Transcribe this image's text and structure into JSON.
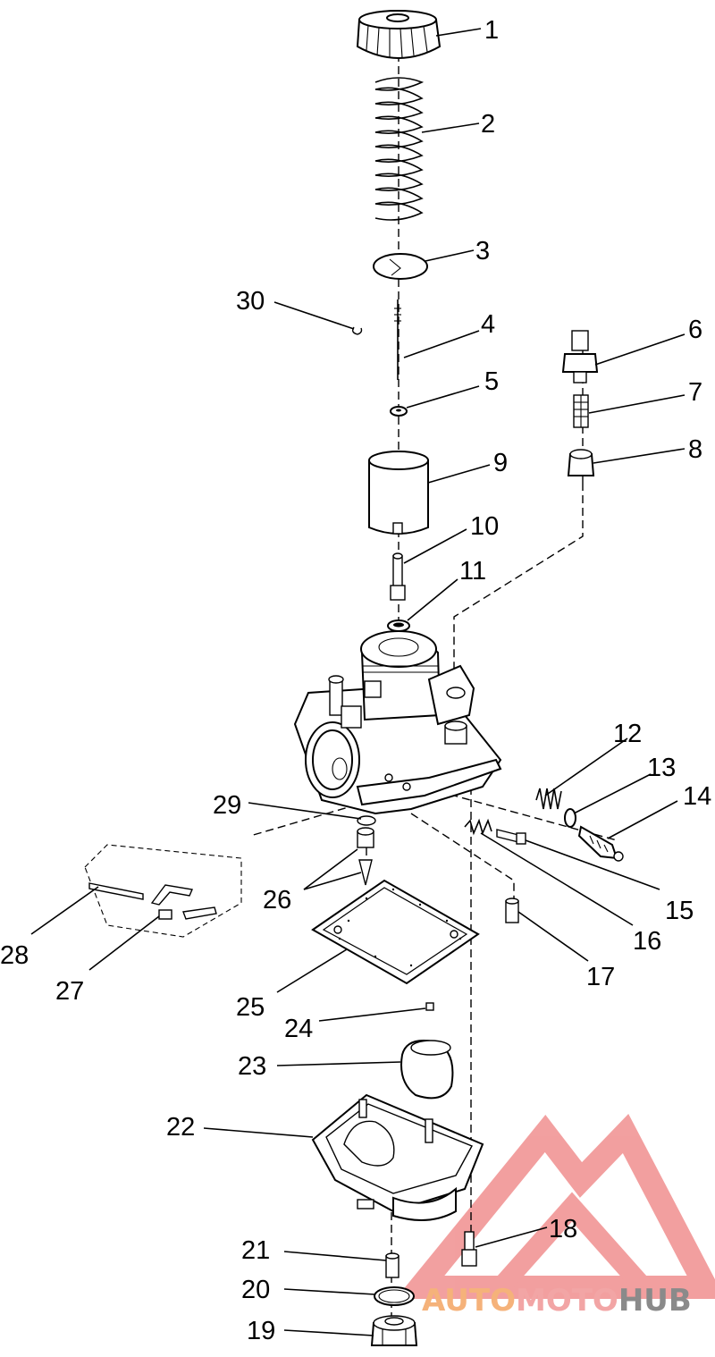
{
  "diagram": {
    "callouts": [
      "1",
      "2",
      "3",
      "4",
      "5",
      "6",
      "7",
      "8",
      "9",
      "10",
      "11",
      "12",
      "13",
      "14",
      "15",
      "16",
      "17",
      "18",
      "19",
      "20",
      "21",
      "22",
      "23",
      "24",
      "25",
      "26",
      "27",
      "28",
      "29",
      "30"
    ]
  },
  "watermark": {
    "part1": "AUTO",
    "part2": "MOTO",
    "part3": "HUB",
    "colors": {
      "auto": "#f5b27a",
      "moto": "#f2a5a5",
      "hub": "#8a8a8a",
      "triangle": "#f08f8f"
    }
  }
}
